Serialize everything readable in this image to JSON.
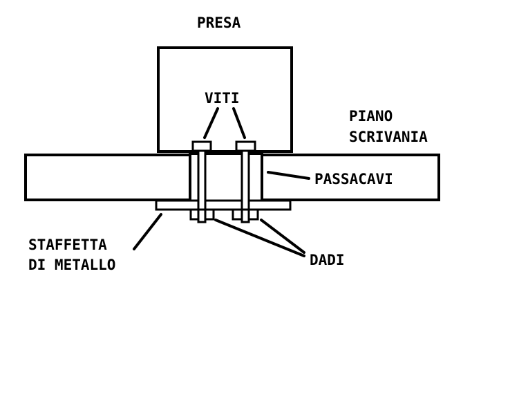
{
  "labels": {
    "presa": "PRESA",
    "viti": "VITI",
    "piano_line1": "PIANO",
    "piano_line2": "SCRIVANIA",
    "passacavi": "PASSACAVI",
    "staffetta_line1": "STAFFETTA",
    "staffetta_line2": "DI METALLO",
    "dadi": "DADI"
  },
  "colors": {
    "ink": "#000000",
    "background": "#ffffff"
  }
}
